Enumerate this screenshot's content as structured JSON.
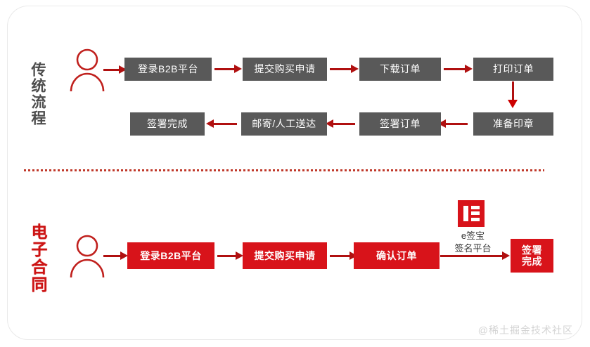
{
  "diagram": {
    "title_hidden": "",
    "colors": {
      "gray_node": "#595959",
      "red_node": "#d8131a",
      "arrow": "#b01010",
      "divider": "#c0392b",
      "traditional_label": "#4d4d4d",
      "econtract_label": "#cc1414"
    },
    "sections": [
      {
        "id": "traditional",
        "label": "传统流程",
        "actor_icon": "person-icon",
        "rows": [
          {
            "direction": "left-to-right",
            "nodes": [
              {
                "text": "登录B2B平台"
              },
              {
                "text": "提交购买申请"
              },
              {
                "text": "下载订单"
              },
              {
                "text": "打印订单"
              }
            ]
          },
          {
            "direction": "right-to-left",
            "nodes": [
              {
                "text": "签署完成"
              },
              {
                "text": "邮寄/人工送达"
              },
              {
                "text": "签署订单"
              },
              {
                "text": "准备印章"
              }
            ]
          }
        ]
      },
      {
        "id": "econtract",
        "label": "电子合同",
        "actor_icon": "person-icon",
        "rows": [
          {
            "direction": "left-to-right",
            "nodes": [
              {
                "text": "登录B2B平台"
              },
              {
                "text": "提交购买申请"
              },
              {
                "text": "确认订单"
              },
              {
                "text": "签署\n完成"
              }
            ]
          }
        ],
        "annotation": {
          "logo_name": "esign-logo",
          "line1": "e签宝",
          "line2": "签名平台"
        }
      }
    ],
    "watermark": "@稀土掘金技术社区"
  }
}
